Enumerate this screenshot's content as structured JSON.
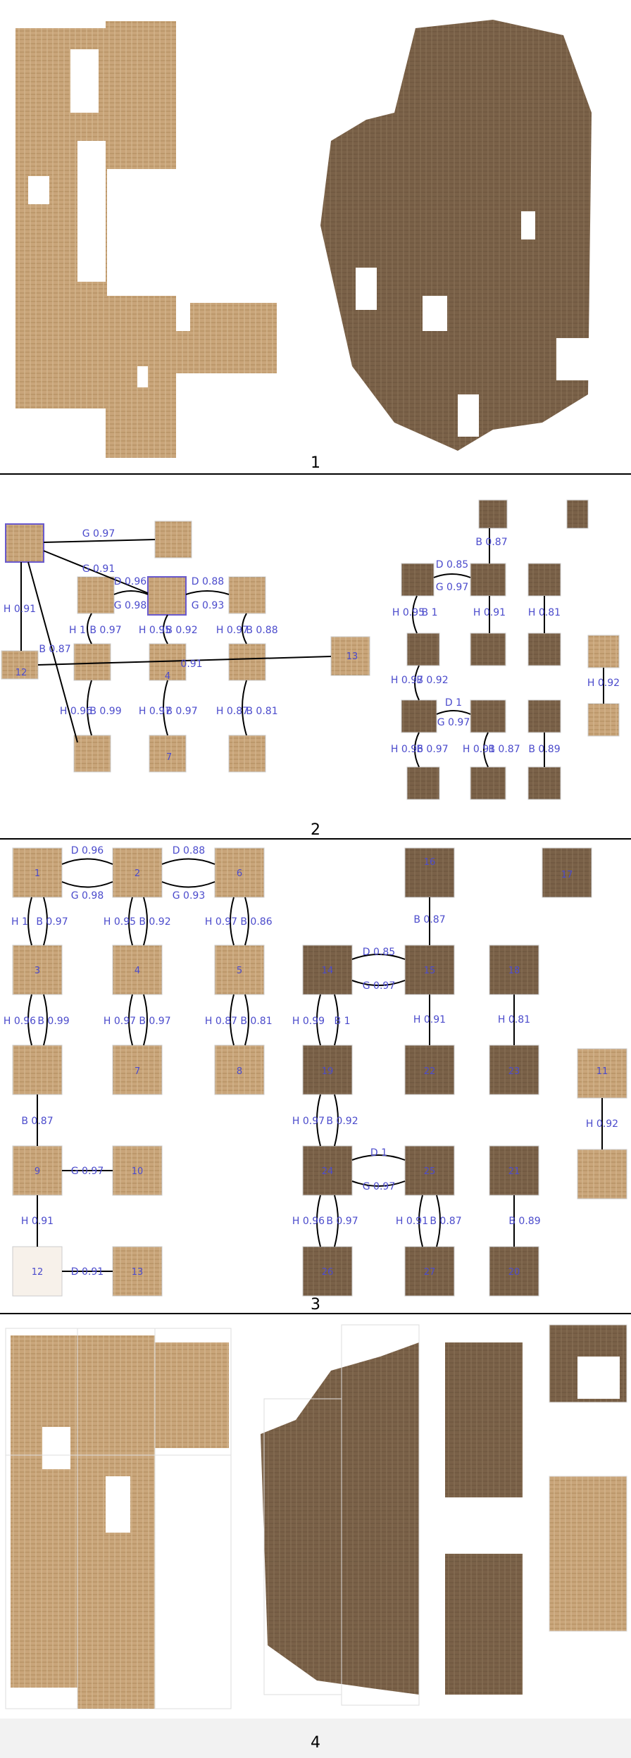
{
  "panels": [
    {
      "label": "1"
    },
    {
      "label": "2"
    },
    {
      "label": "3"
    },
    {
      "label": "4"
    }
  ],
  "panel3": {
    "nodes": [
      "16",
      "17",
      "3",
      "4",
      "5",
      "7",
      "8",
      "9",
      "10",
      "11",
      "12",
      "13",
      "14",
      "15",
      "18",
      "19",
      "20",
      "21",
      "22",
      "23",
      "24",
      "25",
      "26",
      "27",
      "1",
      "2",
      "6"
    ],
    "edges": [
      "D 0.96",
      "G 0.98",
      "D 0.88",
      "G 0.93",
      "H 1",
      "B 0.97",
      "H 0.95",
      "B 0.92",
      "H 0.97",
      "B 0.86",
      "H 0.96",
      "B 0.99",
      "H 0.97",
      "B 0.97",
      "H 0.87",
      "B 0.81",
      "B 0.87",
      "G 0.97",
      "H 0.91",
      "D 0.91",
      "D 0.85",
      "G 0.97",
      "B 0.87",
      "H 0.91",
      "H 0.81",
      "H 0.99",
      "B 1",
      "H 0.97",
      "B 0.92",
      "D 1",
      "G 0.97",
      "H 0.96",
      "B 0.97",
      "H 0.91",
      "B 0.87",
      "B 0.89",
      "H 0.92"
    ]
  },
  "panel2": {
    "nodes": [
      "12",
      "13",
      "4",
      "7"
    ],
    "edges": [
      "G 0.97",
      "G 0.91",
      "D 0.96",
      "G 0.98",
      "D 0.88",
      "G 0.93",
      "H 0.91",
      "B 0.87",
      "H 1",
      "B 0.97",
      "H 0.95",
      "B 0.92",
      "H 0.97",
      "B 0.88",
      "H 0.96",
      "B 0.99",
      "H 0.97",
      "B 0.97",
      "H 0.87",
      "B 0.81",
      "0.91",
      "B 0.87",
      "D 0.85",
      "G 0.97",
      "H 0.95",
      "B 1",
      "H 0.91",
      "H 0.81",
      "H 0.97",
      "B 0.92",
      "D 1",
      "G 0.97",
      "H 0.92",
      "H 0.96",
      "B 0.97",
      "H 0.91",
      "B 0.87",
      "B 0.89"
    ]
  },
  "colors": {
    "papyrus_light": "#c9a57a",
    "papyrus_dark": "#7a6148",
    "edge_label": "#4b4bcc",
    "node_number": "#4b4bcc",
    "edge": "#000000"
  }
}
